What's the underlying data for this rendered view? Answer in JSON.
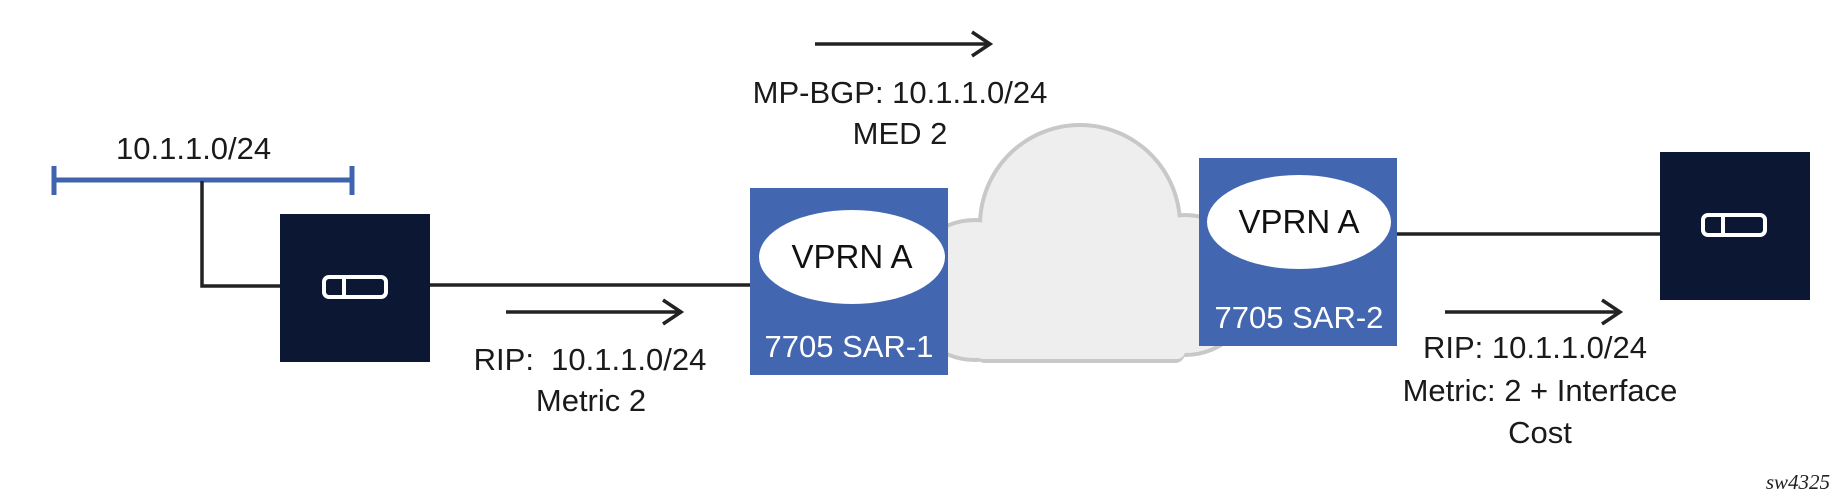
{
  "subnet": {
    "label": "10.1.1.0/24"
  },
  "left_rip": {
    "line1": "RIP:  10.1.1.0/24",
    "line2": "Metric 2"
  },
  "mpbgp": {
    "line1": "MP-BGP: 10.1.1.0/24",
    "line2": "MED 2"
  },
  "sar1": {
    "vprn": "VPRN A",
    "name": "7705 SAR-1"
  },
  "sar2": {
    "vprn": "VPRN A",
    "name": "7705 SAR-2"
  },
  "right_rip": {
    "line1": "RIP: 10.1.1.0/24",
    "line2": "Metric: 2 + Interface",
    "line3": "Cost"
  },
  "figure_id": "sw4325",
  "colors": {
    "router_box": "#4266b0",
    "device_box": "#0b1733",
    "subnet_bar": "#3f63ad",
    "cloud_fill": "#eeeeee",
    "cloud_stroke": "#c8c8c8",
    "line": "#222222"
  },
  "icons": {
    "left_device": "router-device-icon",
    "right_device": "router-device-icon"
  }
}
